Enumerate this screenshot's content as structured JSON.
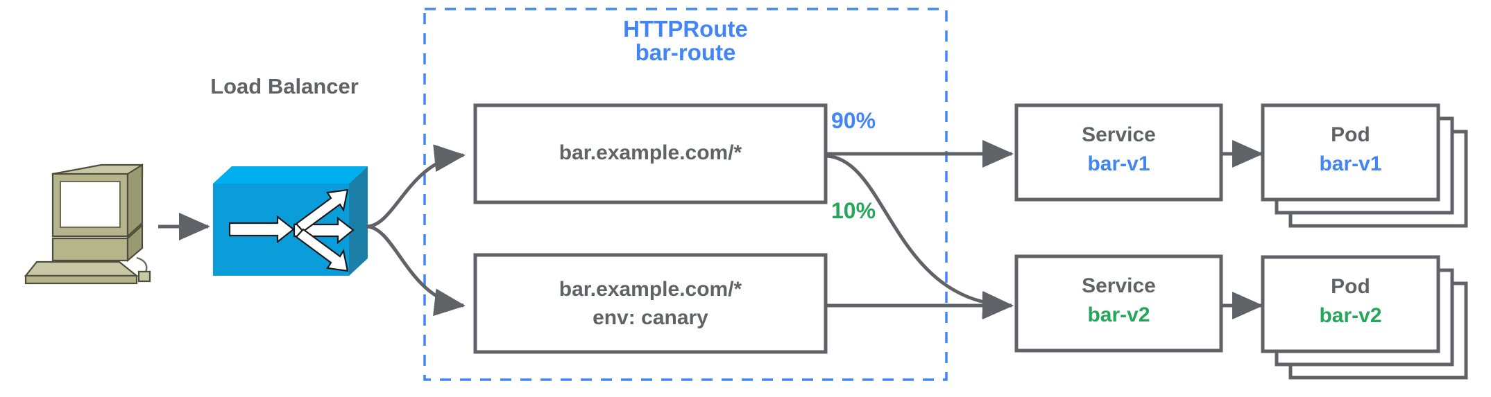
{
  "diagram": {
    "title_group": {
      "kind": "HTTPRoute",
      "name": "bar-route",
      "color": "#4285f4"
    },
    "load_balancer": {
      "label": "Load Balancer",
      "icon": "load-balancer-icon",
      "color": "#0b9dd9"
    },
    "client": {
      "icon": "workstation-icon"
    },
    "routes": [
      {
        "id": "route-primary",
        "line1": "bar.example.com/*",
        "line2": ""
      },
      {
        "id": "route-canary",
        "line1": "bar.example.com/*",
        "line2": "env: canary"
      }
    ],
    "weights": [
      {
        "id": "weight-90",
        "value": "90%",
        "color": "#4285f4"
      },
      {
        "id": "weight-10",
        "value": "10%",
        "color": "#26a65b"
      }
    ],
    "services": [
      {
        "id": "service-bar-v1",
        "kind": "Service",
        "name": "bar-v1",
        "color": "#4285f4"
      },
      {
        "id": "service-bar-v2",
        "kind": "Service",
        "name": "bar-v2",
        "color": "#26a65b"
      }
    ],
    "pods": [
      {
        "id": "pod-bar-v1",
        "kind": "Pod",
        "name": "bar-v1",
        "color": "#4285f4",
        "replicas": 3
      },
      {
        "id": "pod-bar-v2",
        "kind": "Pod",
        "name": "bar-v2",
        "color": "#26a65b",
        "replicas": 3
      }
    ],
    "colors": {
      "stroke": "#5f6368",
      "dashed_group": "#4285f4",
      "blue_accent": "#4285f4",
      "green_accent": "#26a65b",
      "lb_body": "#0b9dd9",
      "lb_top": "#00aeef",
      "lb_side": "#1b7fa8",
      "workstation_body": "#b5b48a",
      "workstation_shade": "#9a9a72"
    }
  }
}
